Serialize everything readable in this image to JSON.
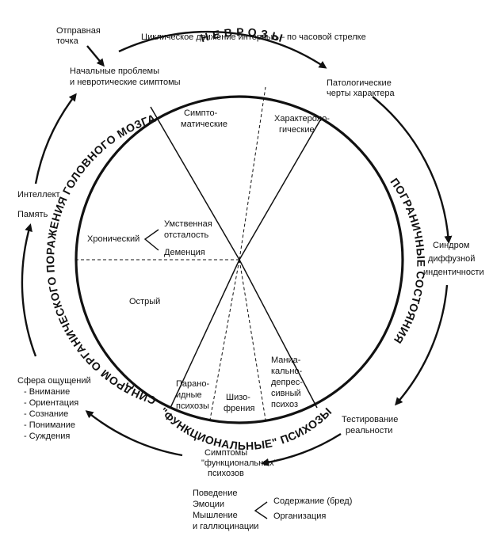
{
  "start_point": [
    "Отправная",
    "точка"
  ],
  "cycle_caption": "Циклическое движение интервью – по часовой стрелке",
  "initial_problems": [
    "Начальные проблемы",
    "и невротические симптомы"
  ],
  "pathological_traits": [
    "Патологические",
    "черты характера"
  ],
  "diffuse_identity": [
    "Синдром",
    "диффузной",
    "индентичности"
  ],
  "reality_testing": [
    "Тестирование",
    "реальности"
  ],
  "functional_symptoms": [
    "Симптомы",
    "\"функциональных\"",
    "психозов"
  ],
  "behavior_lines": [
    "Поведение",
    "Эмоции",
    "Мышление",
    "и галлюцинации"
  ],
  "content_items": [
    "Содержание (бред)",
    "Организация"
  ],
  "sensory_sphere": {
    "title": "Сфера ощущений",
    "items": [
      "- Внимание",
      "- Ориентация",
      "- Сознание",
      "- Понимание",
      "- Суждения"
    ]
  },
  "memory": "Память",
  "intellect": "Интеллект",
  "sector_neuroses": "Н Е В Р О З Ы",
  "sector_borderline": "ПОГРАНИЧНЫЕ СОСТОЯНИЯ",
  "sector_psychoses": "\"ФУНКЦИОНАЛЬНЫЕ\" ПСИХОЗЫ",
  "sector_organic": "СИНДРОМ ОРГАНИЧЕСКОГО ПОРАЖЕНИЯ ГОЛОВНОГО МОЗГА",
  "symptomatic": [
    "Симпто-",
    "матические"
  ],
  "characterological": [
    "Характероло-",
    "гические"
  ],
  "chronic": "Хронический",
  "mental_retardation": [
    "Умственная",
    "отсталость"
  ],
  "dementia": "Деменция",
  "acute": "Острый",
  "paranoid": [
    "Парано-",
    "идные",
    "психозы"
  ],
  "schizophrenia": [
    "Шизо-",
    "френия"
  ],
  "manic_depressive": [
    "Маниа-",
    "кально-",
    "депрес-",
    "сивный",
    "психоз"
  ]
}
